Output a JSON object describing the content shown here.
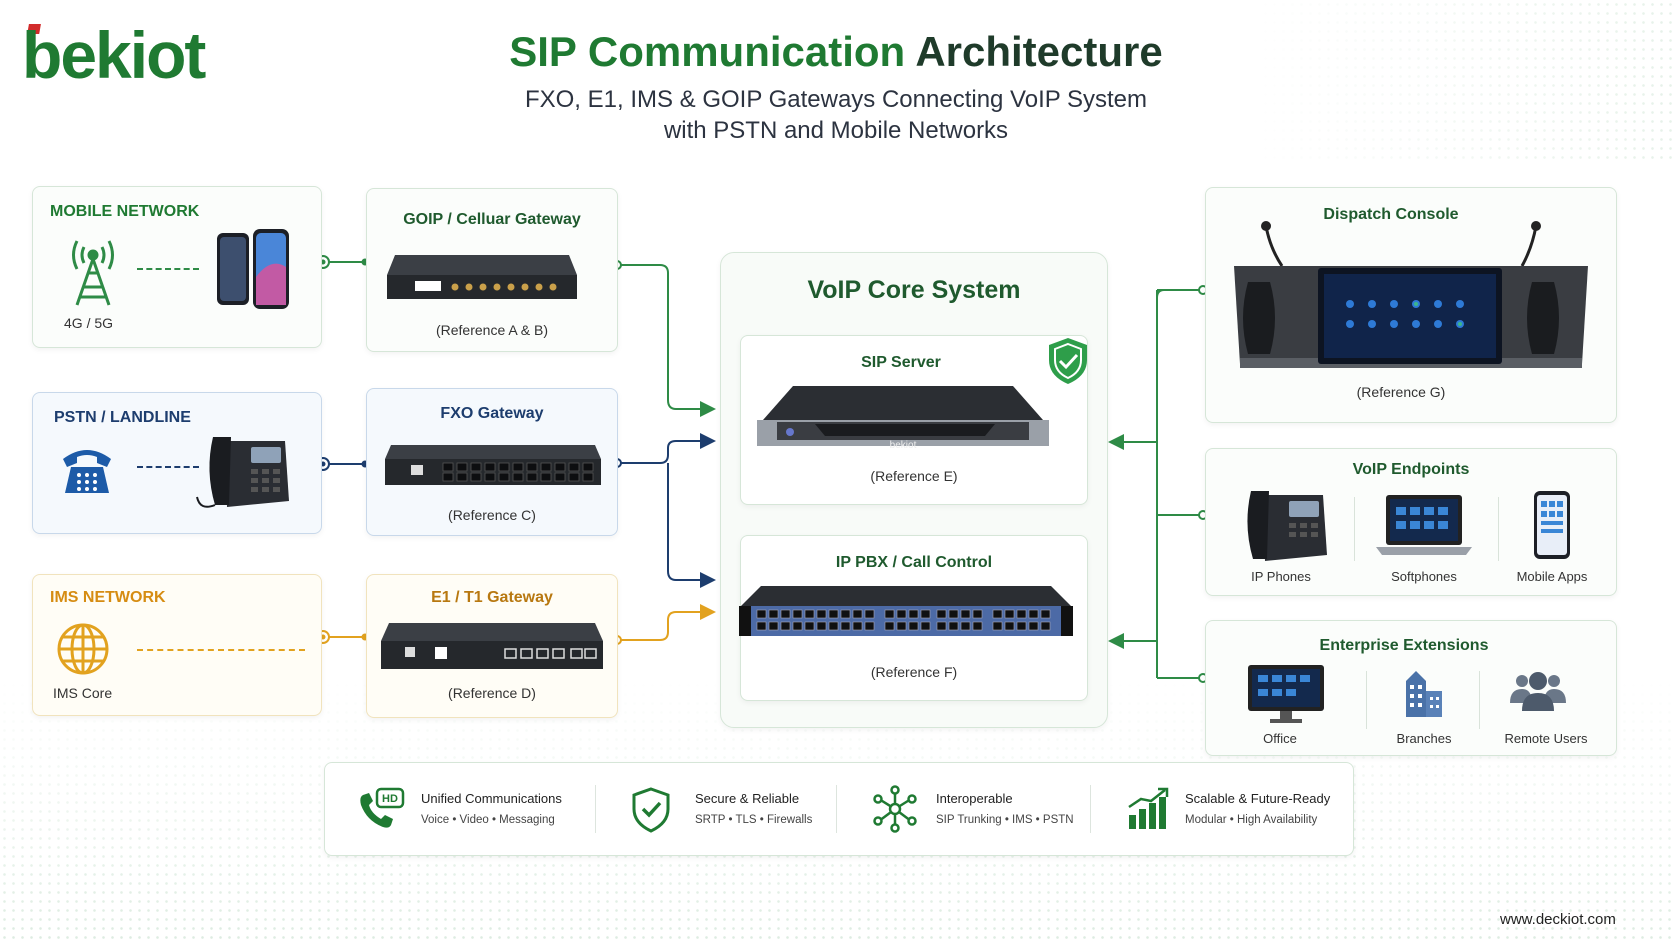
{
  "brand": {
    "logo_text": "bekiot",
    "website": "www.deckiot.com",
    "accent_green": "#1f7a32",
    "blue": "#1d3d6e",
    "orange": "#d68c12"
  },
  "header": {
    "title_part1": "SIP Communication",
    "title_part2": "Architecture",
    "subtitle_line1": "FXO, E1, IMS & GOIP Gateways Connecting VoIP System",
    "subtitle_line2": "with PSTN and Mobile Networks"
  },
  "sources": {
    "mobile": {
      "title": "MOBILE NETWORK",
      "caption": "4G / 5G"
    },
    "pstn": {
      "title": "PSTN  / LANDLINE"
    },
    "ims": {
      "title": "IMS NETWORK",
      "caption": "IMS Core"
    }
  },
  "gateways": {
    "goip": {
      "title": "GOIP / Celluar Gateway",
      "ref": "(Reference A & B)"
    },
    "fxo": {
      "title": "FXO Gateway",
      "ref": "(Reference C)"
    },
    "e1": {
      "title": "E1 / T1 Gateway",
      "ref": "(Reference D)"
    }
  },
  "core": {
    "title": "VoIP Core System",
    "sip_server": {
      "title": "SIP Server",
      "ref": "(Reference E)",
      "device_brand": "bekiot"
    },
    "pbx": {
      "title": "IP PBX / Call Control",
      "ref": "(Reference F)"
    }
  },
  "endpoints": {
    "dispatch": {
      "title": "Dispatch Console",
      "ref": "(Reference G)"
    },
    "voip": {
      "title": "VoIP Endpoints",
      "items": [
        "IP Phones",
        "Softphones",
        "Mobile Apps"
      ]
    },
    "enterprise": {
      "title": "Enterprise Extensions",
      "items": [
        "Office",
        "Branches",
        "Remote Users"
      ]
    }
  },
  "features": [
    {
      "title": "Unified Communications",
      "sub": "Voice • Video • Messaging",
      "icon": "hd-phone-icon",
      "badge": "HD"
    },
    {
      "title": "Secure & Reliable",
      "sub": "SRTP • TLS • Firewalls",
      "icon": "shield-check-icon"
    },
    {
      "title": "Interoperable",
      "sub": "SIP Trunking • IMS • PSTN",
      "icon": "network-hub-icon"
    },
    {
      "title": "Scalable & Future-Ready",
      "sub": "Modular • High Availability",
      "icon": "growth-chart-icon"
    }
  ]
}
